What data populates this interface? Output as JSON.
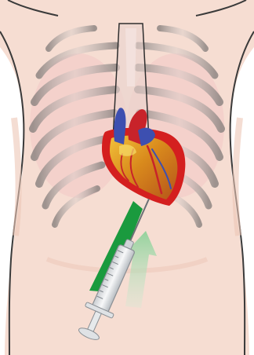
{
  "figure": {
    "colors": {
      "background": "#ffffff",
      "skin": "#f6ddd2",
      "skin_shadow": "#ecc6b6",
      "body_outline": "#3a3a3a",
      "rib": "#b9b0ad",
      "lung_tint": "#f0b9c0",
      "tube_fill": "#e9d3cf",
      "tube_outline": "#2e2e2e",
      "pericardium": "#d41f1f",
      "heart_muscle": "#e2a21c",
      "aorta_red": "#c8232a",
      "vein_blue": "#3d4fb0",
      "needle_path": "#1a9a3e",
      "arrow_fill": "#a9dcb0",
      "syringe_barrel": "#eef0f1",
      "syringe_outline": "#8a8f94"
    },
    "icons": [
      "torso-outline",
      "rib-cage",
      "heart-with-pericardium",
      "needle-trajectory",
      "insertion-arrow",
      "syringe-icon"
    ]
  }
}
